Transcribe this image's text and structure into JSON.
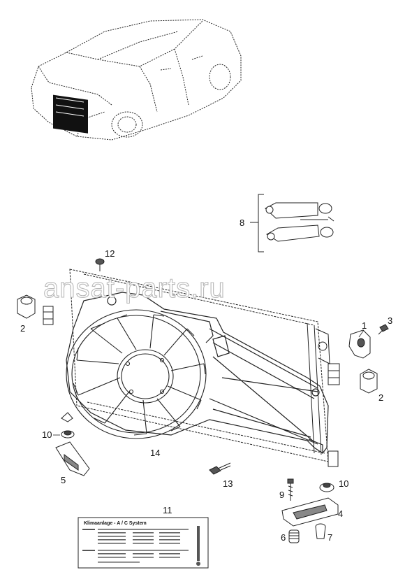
{
  "corner_mark": "",
  "watermark": "ansat-parts.ru",
  "callouts": [
    "1",
    "2",
    "2",
    "3",
    "4",
    "5",
    "6",
    "7",
    "8",
    "9",
    "10",
    "10",
    "11",
    "12",
    "13",
    "14"
  ],
  "decal": {
    "title": "Klimaanlage - A / C System"
  }
}
